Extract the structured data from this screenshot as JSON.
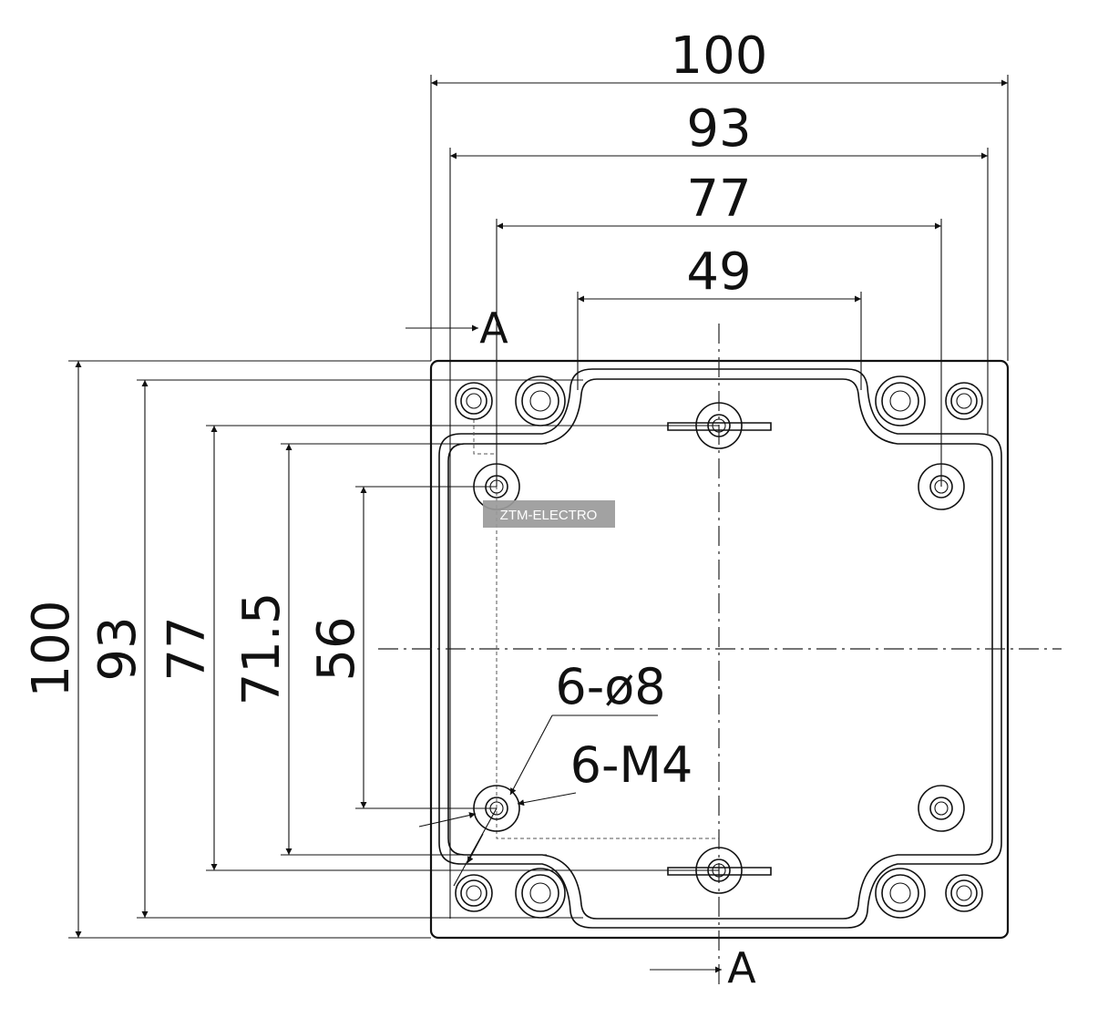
{
  "drawing": {
    "width_dims": [
      "100",
      "93",
      "77",
      "49"
    ],
    "height_dims": [
      "100",
      "93",
      "77",
      "71.5",
      "56"
    ],
    "section_label": "A",
    "hole_callout": "6-ø8",
    "thread_callout": "6-M4",
    "watermark": "ZTM-ELECTRO"
  },
  "colors": {
    "line": "#111111",
    "watermark_bg": "#9a9a9a"
  }
}
